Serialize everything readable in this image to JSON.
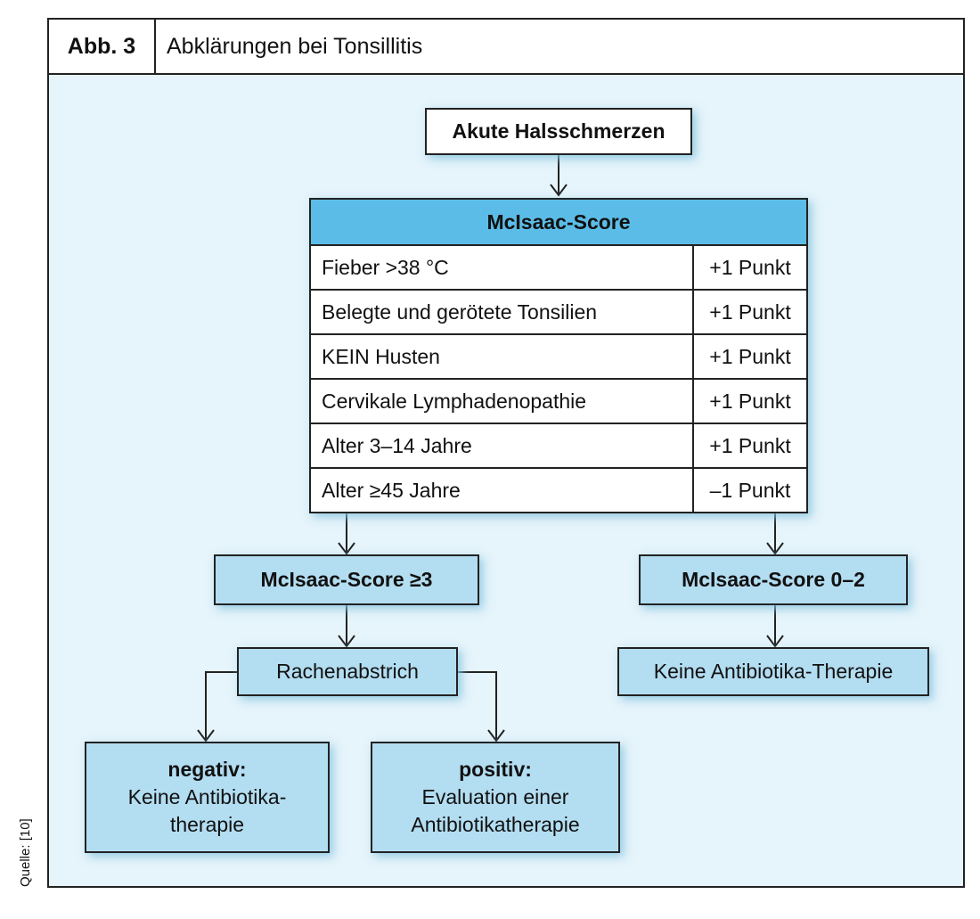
{
  "figure": {
    "label": "Abb. 3",
    "title": "Abklärungen bei Tonsillitis"
  },
  "start": "Akute Halsschmerzen",
  "score_table": {
    "header": "McIsaac-Score",
    "rows": [
      {
        "criterion": "Fieber >38 °C",
        "points": "+1 Punkt"
      },
      {
        "criterion": "Belegte und gerötete Tonsilien",
        "points": "+1 Punkt"
      },
      {
        "criterion": "KEIN Husten",
        "points": "+1 Punkt"
      },
      {
        "criterion": "Cervikale Lymphadenopathie",
        "points": "+1 Punkt"
      },
      {
        "criterion": "Alter 3–14 Jahre",
        "points": "+1 Punkt"
      },
      {
        "criterion": "Alter ≥45 Jahre",
        "points": "–1 Punkt"
      }
    ]
  },
  "branch_high": {
    "label": "McIsaac-Score ≥3",
    "step": "Rachenabstrich",
    "negative": {
      "title": "negativ:",
      "line1": "Keine Antibiotika-",
      "line2": "therapie"
    },
    "positive": {
      "title": "positiv:",
      "line1": "Evaluation einer",
      "line2": "Antibiotikatherapie"
    }
  },
  "branch_low": {
    "label": "McIsaac-Score 0–2",
    "result": "Keine Antibiotika-Therapie"
  },
  "source": "Quelle: [10]",
  "colors": {
    "panel_bg": "#e6f4fb",
    "box_fill": "#b3ddf1",
    "table_header": "#5bbde7",
    "border": "#222222"
  }
}
